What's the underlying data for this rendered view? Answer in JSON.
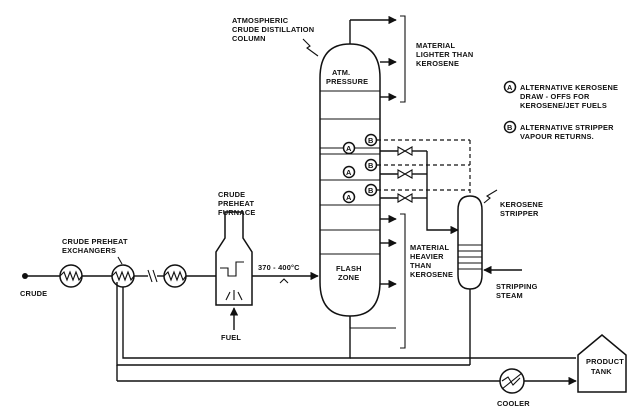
{
  "diagram": {
    "labels": {
      "column_title": [
        "ATMOSPHERIC",
        "CRUDE DISTILLATION",
        "COLUMN"
      ],
      "atm_pressure": [
        "ATM.",
        "PRESSURE"
      ],
      "flash_zone": [
        "FLASH",
        "ZONE"
      ],
      "lighter_than": [
        "MATERIAL",
        "LIGHTER THAN",
        "KEROSENE"
      ],
      "heavier_than": [
        "MATERIAL",
        "HEAVIER",
        "THAN",
        "KEROSENE"
      ],
      "legend_a": [
        "ALTERNATIVE KEROSENE",
        "DRAW - OFFS FOR",
        "KEROSENE/JET FUELS"
      ],
      "legend_b": [
        "ALTERNATIVE STRIPPER",
        "VAPOUR RETURNS."
      ],
      "kerosene_stripper": [
        "KEROSENE",
        "STRIPPER"
      ],
      "stripping_steam": [
        "STRIPPING",
        "STEAM"
      ],
      "crude_preheat_furnace": [
        "CRUDE",
        "PREHEAT",
        "FURNACE"
      ],
      "crude_preheat_exchangers": [
        "CRUDE PREHEAT",
        "EXCHANGERS"
      ],
      "crude": "CRUDE",
      "fuel": "FUEL",
      "temperature": "370 - 400°C",
      "product_tank": [
        "PRODUCT",
        "TANK"
      ],
      "cooler": "COOLER",
      "marker_a": "A",
      "marker_b": "B"
    }
  }
}
